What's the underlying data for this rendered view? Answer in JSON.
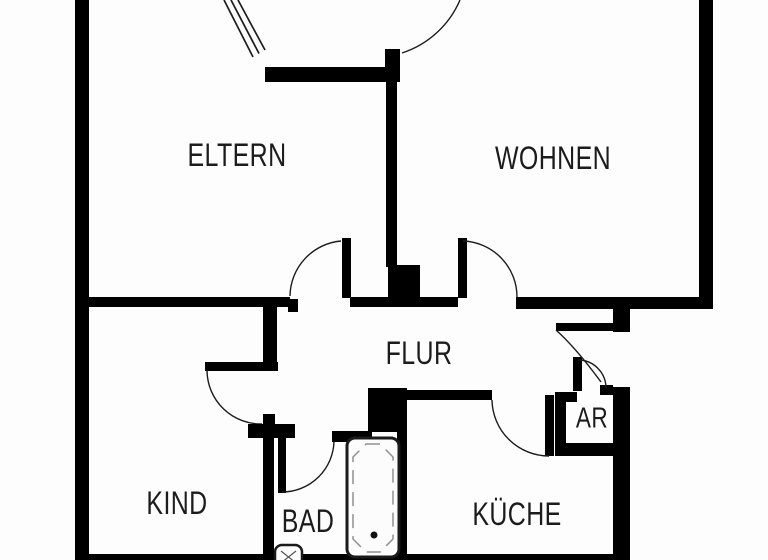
{
  "plan": {
    "rooms": {
      "eltern": {
        "label": "ELTERN"
      },
      "wohnen": {
        "label": "WOHNEN"
      },
      "flur": {
        "label": "FLUR"
      },
      "kind": {
        "label": "KIND"
      },
      "bad": {
        "label": "BAD"
      },
      "kueche": {
        "label": "KÜCHE"
      },
      "ar": {
        "label": "AR"
      }
    },
    "fixtures": {
      "bathtub": "bathtub-symbol",
      "washbasin": "washbasin-symbol",
      "window": "angled-window-triple-glazing",
      "doors": [
        "eltern-door",
        "wohnen-door",
        "kind-door",
        "bad-door",
        "kueche-door",
        "ar-door",
        "balcony-door"
      ]
    },
    "colors": {
      "wall": "#000000",
      "background": "#fdfdfd",
      "line": "#1c1c1c",
      "fixture_detail": "#909090",
      "label_text": "#1c1c1c"
    }
  }
}
